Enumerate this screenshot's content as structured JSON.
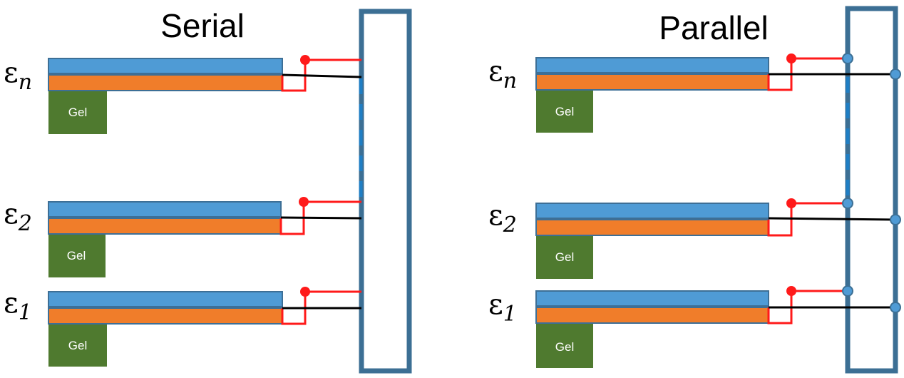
{
  "panels": [
    {
      "key": "serial",
      "title": "Serial",
      "cells": [
        {
          "label": "ε",
          "sub": "n",
          "gel": "Gel"
        },
        {
          "label": "ε",
          "sub": "2",
          "gel": "Gel"
        },
        {
          "label": "ε",
          "sub": "1",
          "gel": "Gel"
        }
      ]
    },
    {
      "key": "parallel",
      "title": "Parallel",
      "cells": [
        {
          "label": "ε",
          "sub": "n",
          "gel": "Gel"
        },
        {
          "label": "ε",
          "sub": "2",
          "gel": "Gel"
        },
        {
          "label": "ε",
          "sub": "1",
          "gel": "Gel"
        }
      ]
    }
  ],
  "colors": {
    "blue_layer": "#4f9bd5",
    "orange_layer": "#f07d2a",
    "layer_border": "#3d6f96",
    "gel": "#4f7a2f",
    "red_wire": "#ff1a1a",
    "black_wire": "#000000",
    "frame": "#3c6f94",
    "dashed_link": "#1f7ec4",
    "node": "#4f9bd5"
  }
}
